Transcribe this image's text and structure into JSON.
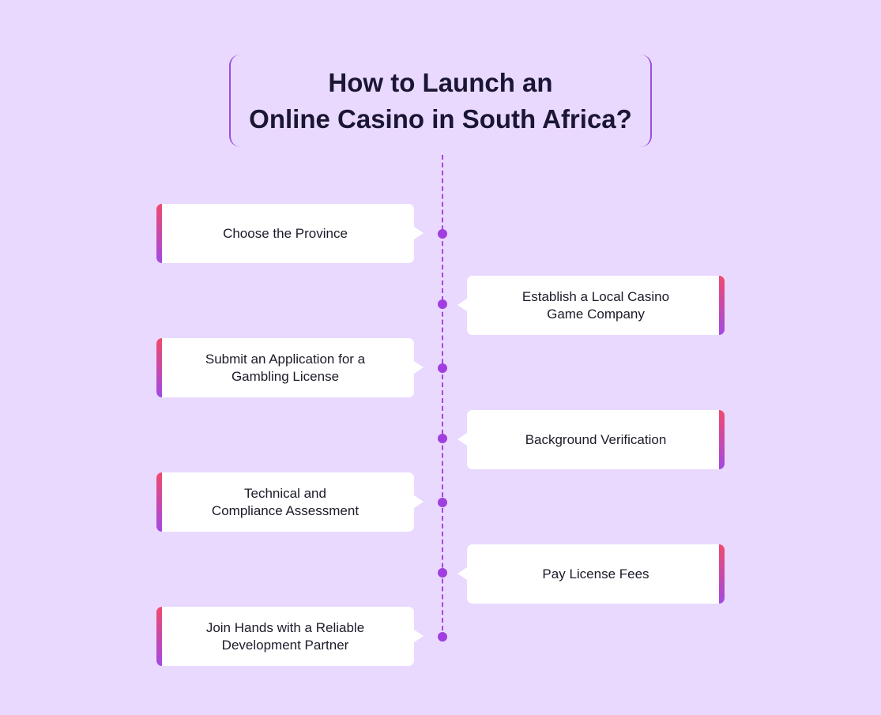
{
  "title": {
    "line1": "How to Launch an",
    "line2": "Online Casino in South Africa?"
  },
  "colors": {
    "background": "#e9d9fe",
    "accent_purple": "#a13ee0",
    "gradient_top": "#f04a6e",
    "gradient_bottom": "#a24ae3",
    "card": "#ffffff"
  },
  "steps": [
    {
      "label": "Choose the Province",
      "side": "left"
    },
    {
      "label": "Establish a Local Casino\nGame Company",
      "side": "right"
    },
    {
      "label": "Submit an Application for a\nGambling License",
      "side": "left"
    },
    {
      "label": "Background Verification",
      "side": "right"
    },
    {
      "label": "Technical and\nCompliance Assessment",
      "side": "left"
    },
    {
      "label": "Pay License Fees",
      "side": "right"
    },
    {
      "label": "Join Hands with a Reliable\nDevelopment Partner",
      "side": "left"
    }
  ]
}
